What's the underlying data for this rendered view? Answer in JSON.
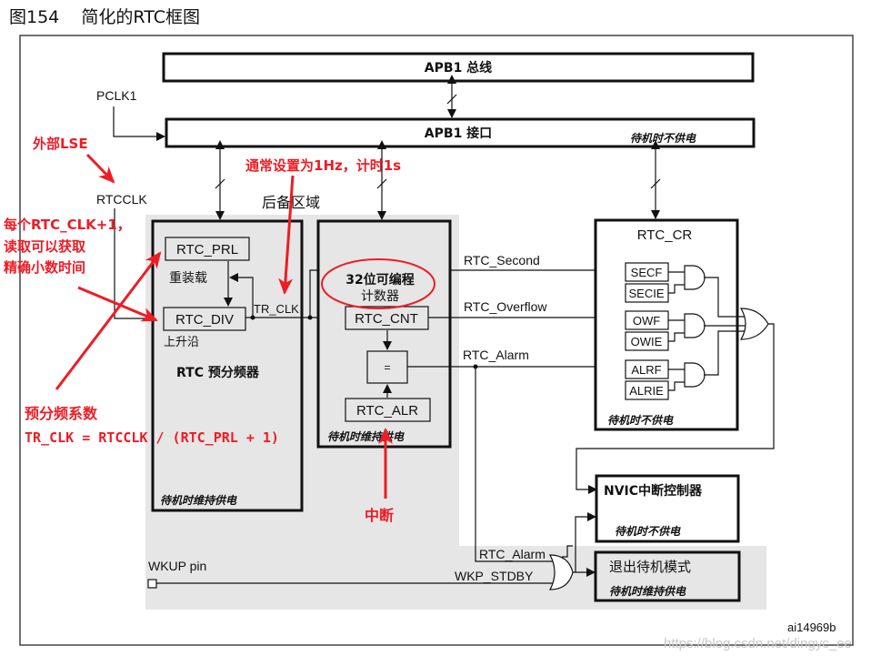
{
  "figure": {
    "title": "图154    简化的RTC框图",
    "figure_id": "ai14969b",
    "watermark": "https://blog.csdn.net/dingyc_ee"
  },
  "blocks": {
    "apb1_bus": "APB1 总线",
    "apb1_interface": "APB1 接口",
    "apb1_interface_power": "待机时不供电",
    "backup_domain": "后备区域",
    "prescaler_block": "RTC 预分频器",
    "prescaler_power": "待机时维持供电",
    "counter_block_power": "待机时维持供电",
    "rtc_cr": "RTC_CR",
    "rtc_cr_power": "待机时不供电",
    "nvic": "NVIC中断控制器",
    "nvic_power": "待机时不供电",
    "exit_standby": "退出待机模式",
    "exit_standby_power": "待机时维持供电"
  },
  "registers": {
    "rtc_prl": "RTC_PRL",
    "reload": "重装载",
    "rtc_div": "RTC_DIV",
    "rising_edge": "上升沿",
    "rtc_cnt": "RTC_CNT",
    "counter_label": "32位可编程",
    "counter_label2": "计数器",
    "compare": "=",
    "rtc_alr": "RTC_ALR",
    "secf": "SECF",
    "secie": "SECIE",
    "owf": "OWF",
    "owie": "OWIE",
    "alrf": "ALRF",
    "alrie": "ALRIE"
  },
  "signals": {
    "pclk1": "PCLK1",
    "rtcclk": "RTCCLK",
    "tr_clk": "TR_CLK",
    "rtc_second": "RTC_Second",
    "rtc_overflow": "RTC_Overflow",
    "rtc_alarm": "RTC_Alarm",
    "rtc_alarm2": "RTC_Alarm",
    "wkp_stdby": "WKP_STDBY",
    "wkup_pin": "WKUP pin"
  },
  "annotations": {
    "external_lse": "外部LSE",
    "per_clk_1": "每个RTC_CLK+1，",
    "per_clk_2": "读取可以获取",
    "per_clk_3": "精确小数时间",
    "usually_1hz": "通常设置为1Hz，计时1s",
    "prescaler_factor": "预分频系数",
    "formula": "TR_CLK = RTCCLK / (RTC_PRL + 1)",
    "interrupt": "中断"
  },
  "colors": {
    "annotation_red": "#ee1c25",
    "backup_gray": "#e6e6e6"
  }
}
